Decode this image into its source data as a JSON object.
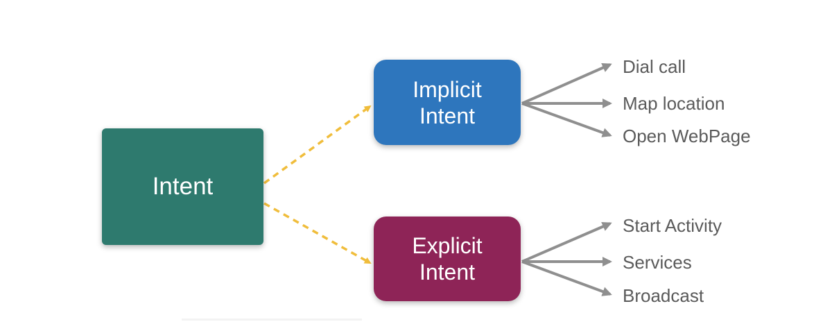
{
  "diagram": {
    "root": {
      "label": "Intent",
      "color": "#2e7a6e"
    },
    "branches": [
      {
        "id": "implicit",
        "title_line1": "Implicit",
        "title_line2": "Intent",
        "color": "#2e76bd",
        "items": [
          "Dial call",
          "Map location",
          "Open WebPage"
        ]
      },
      {
        "id": "explicit",
        "title_line1": "Explicit",
        "title_line2": "Intent",
        "color": "#8e2457",
        "items": [
          "Start Activity",
          "Services",
          "Broadcast"
        ]
      }
    ],
    "connector_colors": {
      "dashed": "#f0bd3b",
      "solid": "#909090"
    }
  }
}
